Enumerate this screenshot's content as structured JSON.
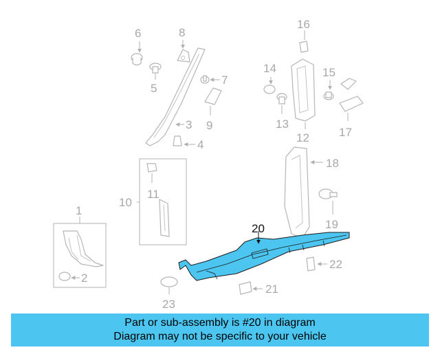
{
  "diagram": {
    "callouts": [
      "1",
      "2",
      "3",
      "4",
      "5",
      "6",
      "7",
      "8",
      "9",
      "10",
      "11",
      "12",
      "13",
      "14",
      "15",
      "16",
      "17",
      "18",
      "19",
      "20",
      "21",
      "22",
      "23"
    ],
    "highlighted_part": "20"
  },
  "banner": {
    "line1": "Part or sub-assembly is #20 in diagram",
    "line2": "Diagram may not be specific to your vehicle",
    "color": "#4cc6f0"
  }
}
